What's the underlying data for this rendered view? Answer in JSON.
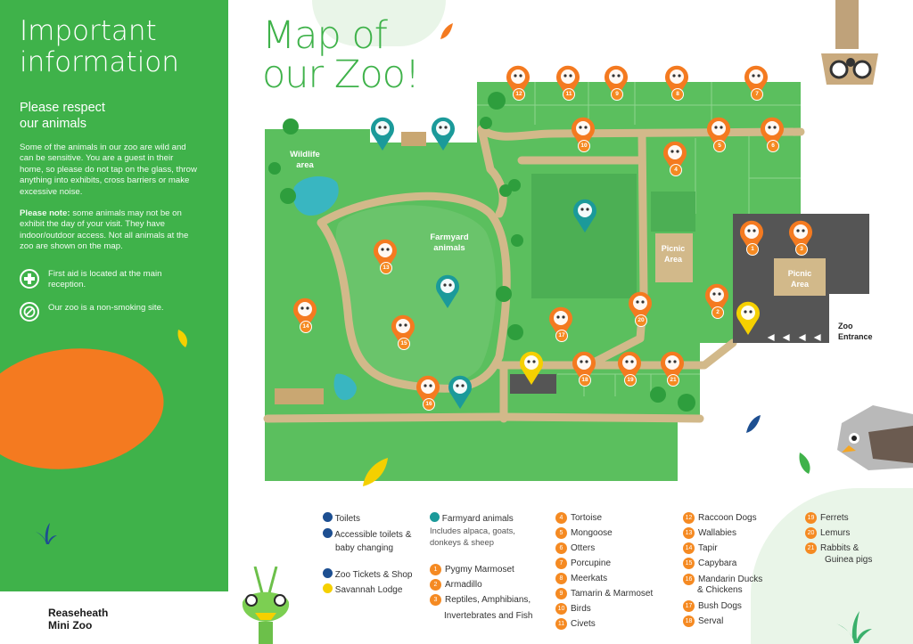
{
  "panel": {
    "title_line1": "Important",
    "title_line2": "information",
    "subtitle_line1": "Please respect",
    "subtitle_line2": "our animals",
    "intro": "Some of the animals in our zoo are wild and can be sensitive. You are a guest in their home, so please do not tap on the glass, throw anything into exhibits, cross barriers or make excessive noise.",
    "note_label": "Please note:",
    "note": " some animals may not be on exhibit the day of your visit. They have indoor/outdoor access. Not all animals at the zoo are shown on the map.",
    "first_aid": "First aid is located at the main reception.",
    "no_smoking": "Our zoo is a non-smoking site.",
    "brand_line1": "Reaseheath",
    "brand_line2": "Mini Zoo"
  },
  "map": {
    "title_line1": "Map of",
    "title_line2": "our Zoo!",
    "labels": {
      "wildlife_line1": "Wildlife",
      "wildlife_line2": "area",
      "farmyard_line1": "Farmyard",
      "farmyard_line2": "animals",
      "picnic1_line1": "Picnic",
      "picnic1_line2": "Area",
      "picnic2_line1": "Picnic",
      "picnic2_line2": "Area",
      "entrance_line1": "Zoo",
      "entrance_line2": "Entrance"
    }
  },
  "legend": {
    "toilets": "Toilets",
    "accessible_line1": "Accessible toilets &",
    "accessible_line2": "baby changing",
    "tickets": "Zoo Tickets & Shop",
    "savannah": "Savannah Lodge",
    "farmyard_title": "Farmyard animals",
    "farmyard_desc": "Includes alpaca, goats, donkeys & sheep",
    "col1": [
      {
        "n": "1",
        "label": "Pygmy Marmoset"
      },
      {
        "n": "2",
        "label": "Armadillo"
      },
      {
        "n": "3",
        "label": "Reptiles, Amphibians,"
      }
    ],
    "col1_extra": "Invertebrates and Fish",
    "col2": [
      {
        "n": "4",
        "label": "Tortoise"
      },
      {
        "n": "5",
        "label": "Mongoose"
      },
      {
        "n": "6",
        "label": "Otters"
      },
      {
        "n": "7",
        "label": "Porcupine"
      },
      {
        "n": "8",
        "label": "Meerkats"
      },
      {
        "n": "9",
        "label": "Tamarin & Marmoset"
      },
      {
        "n": "10",
        "label": "Birds"
      },
      {
        "n": "11",
        "label": "Civets"
      }
    ],
    "col3": [
      {
        "n": "12",
        "label": "Raccoon Dogs"
      },
      {
        "n": "13",
        "label": "Wallabies"
      },
      {
        "n": "14",
        "label": "Tapir"
      },
      {
        "n": "15",
        "label": "Capybara"
      },
      {
        "n": "16",
        "label": "Mandarin Ducks"
      },
      {
        "n": "17",
        "label": "Bush Dogs"
      },
      {
        "n": "18",
        "label": "Serval"
      }
    ],
    "col3_extra": "& Chickens",
    "col4": [
      {
        "n": "19",
        "label": "Ferrets"
      },
      {
        "n": "20",
        "label": "Lemurs"
      },
      {
        "n": "21",
        "label": "Rabbits &"
      }
    ],
    "col4_extra": "Guinea pigs"
  },
  "colors": {
    "brand_green": "#3fb24a",
    "map_green": "#5bbf5e",
    "path": "#d2b98a",
    "orange": "#f47a20",
    "teal": "#1b9a9a",
    "navy": "#1d4f91",
    "yellow": "#f5d000"
  }
}
